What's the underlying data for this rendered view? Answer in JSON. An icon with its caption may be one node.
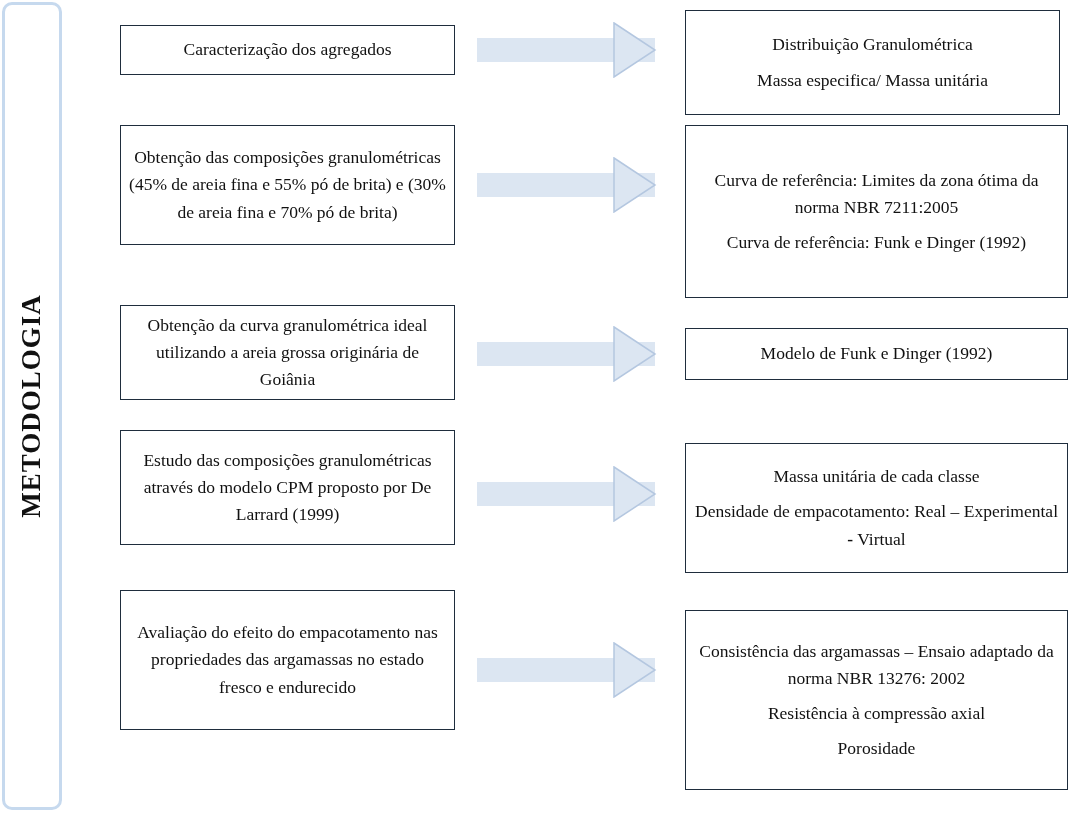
{
  "diagram": {
    "nodes": [
      {
        "text": [
          "METODOLOGIA"
        ]
      },
      {
        "text": [
          "Caracterização dos agregados"
        ]
      },
      {
        "text": [
          "Distribuição Granulométrica",
          "Massa especifica/ Massa unitária"
        ]
      },
      {
        "text": [
          "Obtenção das composições granulométricas (45% de areia fina e 55% pó de brita) e (30% de areia fina e 70% pó de brita)"
        ]
      },
      {
        "text": [
          "Curva de referência: Limites da zona ótima da norma NBR 7211:2005",
          "Curva de referência: Funk e Dinger (1992)"
        ]
      },
      {
        "text": [
          "Obtenção da curva granulométrica ideal utilizando a areia grossa originária de Goiânia"
        ]
      },
      {
        "text": [
          "Modelo de Funk e Dinger (1992)"
        ]
      },
      {
        "text": [
          "Estudo das  composições granulométricas através do modelo CPM proposto por De Larrard (1999)"
        ]
      },
      {
        "text": [
          "Massa unitária de cada classe",
          "Densidade de empacotamento: Real – Experimental **-** Virtual"
        ]
      },
      {
        "text": [
          "Avaliação do efeito do empacotamento nas propriedades das argamassas no estado fresco e endurecido"
        ]
      },
      {
        "text": [
          "Consistência das argamassas – Ensaio adaptado da norma NBR 13276: 2002",
          "Resistência à compressão axial",
          "Porosidade"
        ]
      }
    ],
    "edges": [
      {
        "from": 1,
        "to": 2,
        "arrow": "to"
      },
      {
        "from": 3,
        "to": 4,
        "arrow": "to"
      },
      {
        "from": 5,
        "to": 6,
        "arrow": "to"
      },
      {
        "from": 7,
        "to": 8,
        "arrow": "to"
      },
      {
        "from": 9,
        "to": 10,
        "arrow": "to"
      }
    ]
  }
}
